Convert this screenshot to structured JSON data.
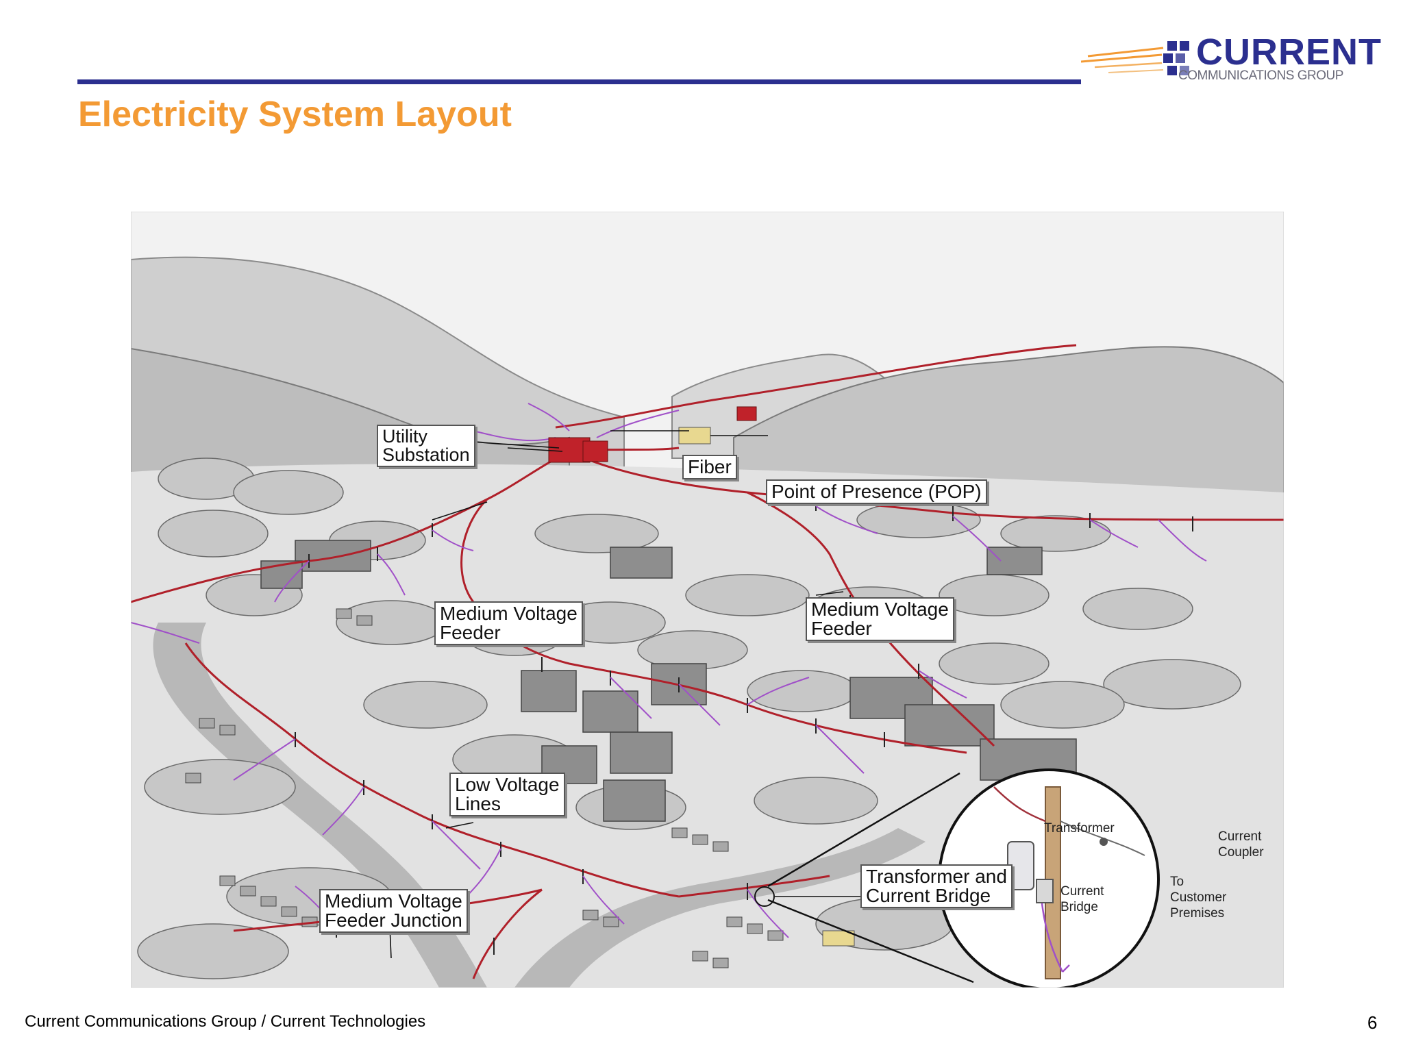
{
  "header": {
    "title": "Electricity System Layout",
    "logo": {
      "word": "CURRENT",
      "sub": "COMMUNICATIONS GROUP",
      "color": "#2b2f8f",
      "streak_color": "#f39a34"
    }
  },
  "callouts": {
    "utility_substation": [
      "Utility",
      "Substation"
    ],
    "fiber": [
      "Fiber"
    ],
    "pop": [
      "Point of Presence (POP)"
    ],
    "mv_feeder_left": [
      "Medium Voltage",
      "Feeder"
    ],
    "mv_feeder_right": [
      "Medium Voltage",
      "Feeder"
    ],
    "low_voltage": [
      "Low Voltage",
      "Lines"
    ],
    "mv_junction": [
      "Medium Voltage",
      "Feeder Junction"
    ],
    "transformer_bridge": [
      "Transformer and",
      "Current Bridge"
    ]
  },
  "inset": {
    "transformer": "Transformer",
    "current_coupler": [
      "Current",
      "Coupler"
    ],
    "current_bridge": [
      "Current",
      "Bridge"
    ],
    "to_customer": [
      "To",
      "Customer",
      "Premises"
    ]
  },
  "colors": {
    "title": "#f39a34",
    "rule": "#2b2f8f",
    "mv_line": "#b0202a",
    "lv_line": "#a050c8",
    "substation": "#c0222a",
    "pop_box": "#e8d890"
  },
  "footer": {
    "left": "Current Communications Group / Current Technologies",
    "page": "6"
  }
}
